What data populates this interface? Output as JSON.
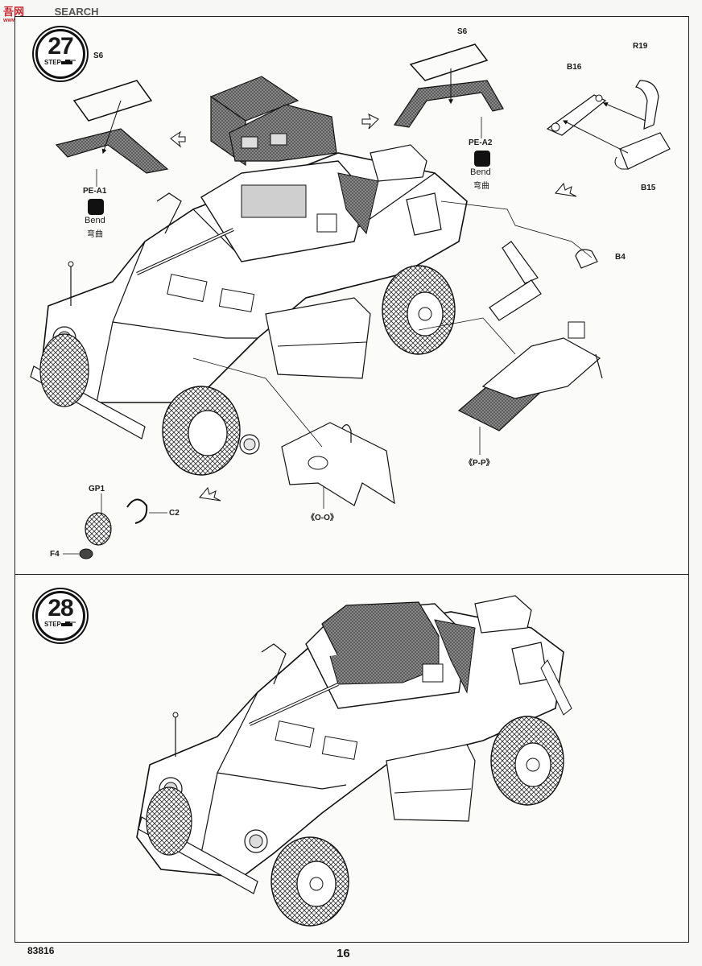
{
  "watermark": {
    "brand": "SEARCH",
    "logo_text": "吾网",
    "sub_text": "www.bb-shou.com"
  },
  "steps": [
    {
      "number": "27",
      "label": "STEP"
    },
    {
      "number": "28",
      "label": "STEP"
    }
  ],
  "parts": {
    "s6_left": "S6",
    "s6_right": "S6",
    "pe_a1": "PE-A1",
    "pe_a2": "PE-A2",
    "r19": "R19",
    "b16": "B16",
    "b15": "B15",
    "b4": "B4",
    "gp1": "GP1",
    "c2": "C2",
    "f4": "F4",
    "pp": "《P-P》",
    "oo": "《O-O》"
  },
  "bend": {
    "en": "Bend",
    "cn": "弯曲"
  },
  "footer": {
    "code": "83816",
    "page": "16"
  }
}
